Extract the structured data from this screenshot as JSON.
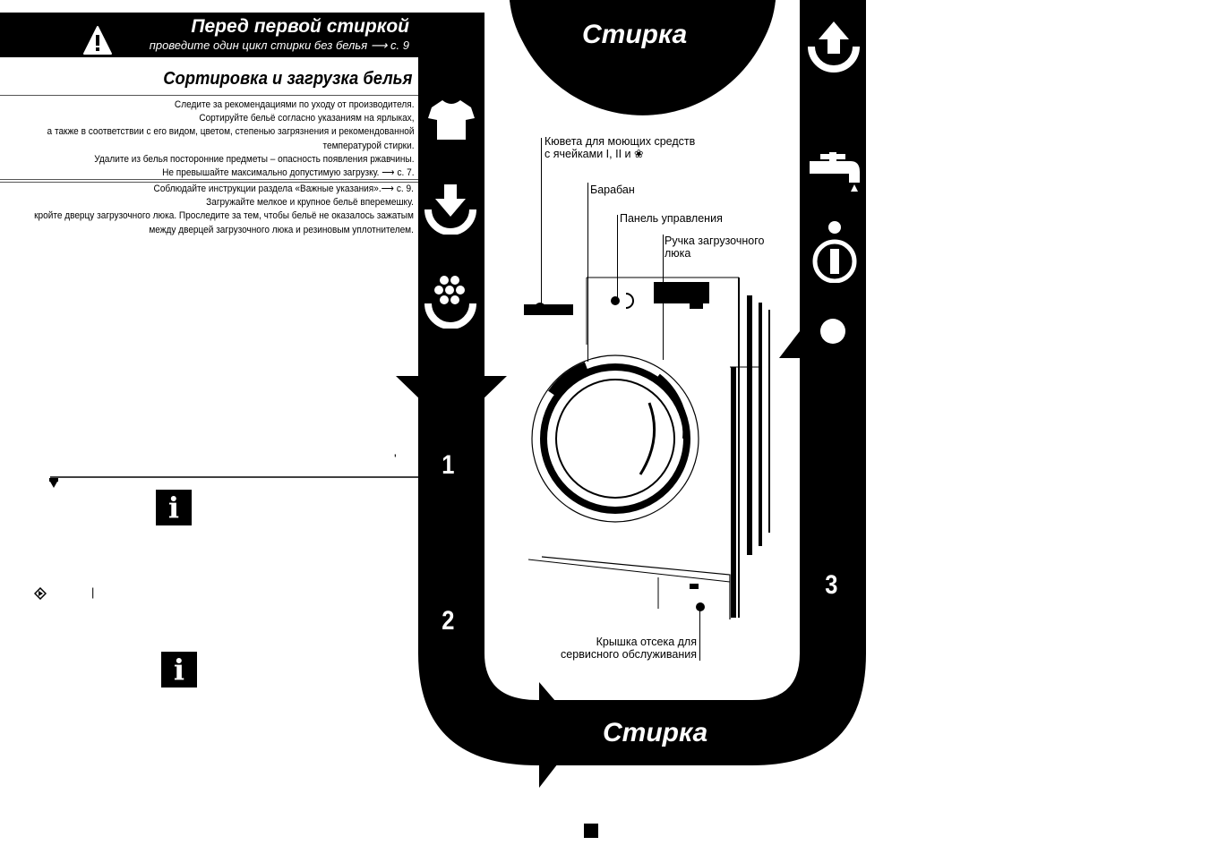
{
  "header": {
    "title": "Перед первой стиркой",
    "subtitle": "проведите один цикл стирки без белья ⟶ с. 9"
  },
  "section": {
    "title": "Сортировка и загрузка белья"
  },
  "paragraph1": [
    "Следите за рекомендациями по уходу от производителя.",
    "Сортируйте бельё согласно указаниям на ярлыках,",
    "а также в соответствии с его видом, цветом, степенью загрязнения и рекомендованной",
    "температурой стирки.",
    "Удалите из белья посторонние предметы – опасность появления ржавчины.",
    "Не превышайте максимально допустимую загрузку. ⟶ с. 7."
  ],
  "paragraph2": [
    "Соблюдайте инструкции раздела «Важные указания».⟶ с. 9.",
    "Загружайте мелкое и крупное бельё вперемешку.",
    "кройте дверцу загрузочного люка. Проследите за тем, чтобы бельё не оказалось зажатым",
    "между дверцей загрузочного люка и резиновым уплотнителем."
  ],
  "top_circle_label": "Стирка",
  "bottom_label": "Стирка",
  "steps": [
    "1",
    "2",
    "3"
  ],
  "info_glyph": "i",
  "small_marks": {
    "quote": "'",
    "bar": "|"
  },
  "machine_labels": {
    "dispenser": [
      "Кювета для моющих средств",
      "с ячейками I, II и ❀"
    ],
    "drum": "Барабан",
    "control_panel": "Панель управления",
    "door_handle": [
      "Ручка загрузочного",
      "люка"
    ],
    "service_cover": [
      "Крышка отсека для",
      "сервисного обслуживания"
    ]
  },
  "icons": [
    "warning-icon",
    "shirt-icon",
    "load-arrow-icon",
    "detergent-icon",
    "unload-arrow-icon",
    "tap-icon",
    "info-icon",
    "dot-icon",
    "start-icon"
  ]
}
